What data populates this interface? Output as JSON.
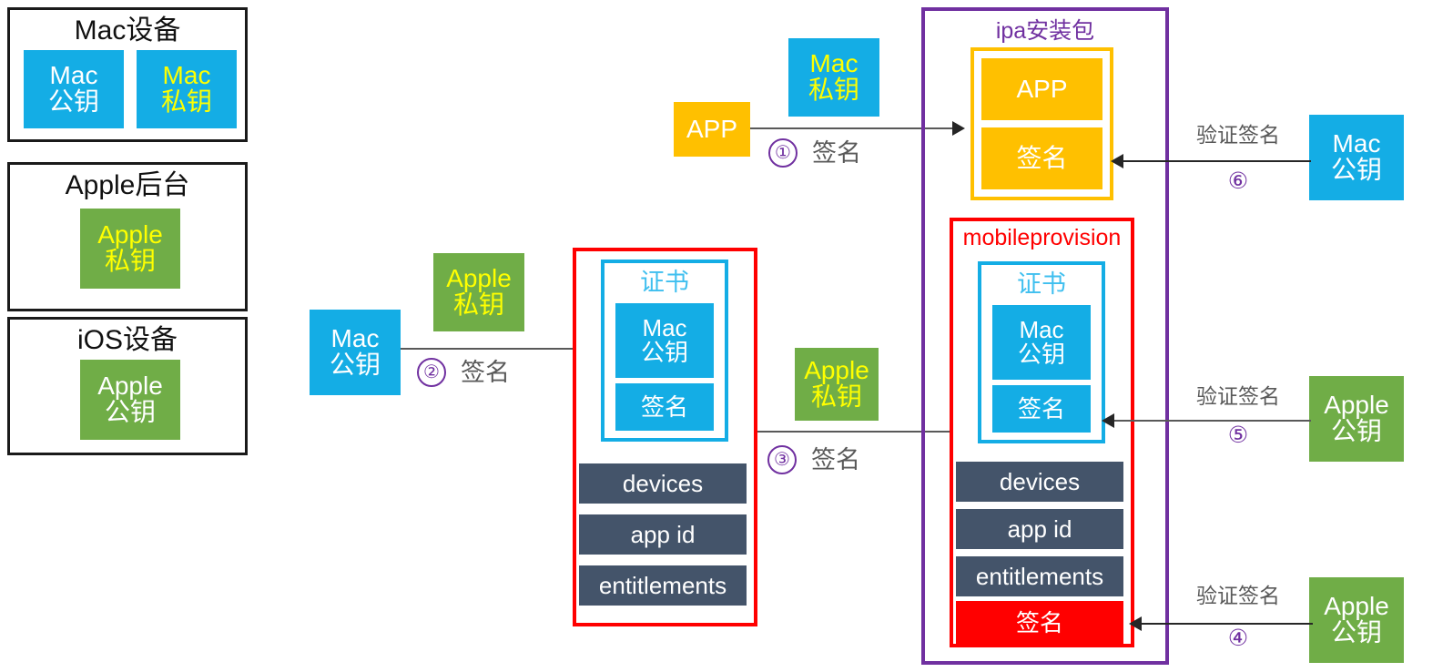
{
  "diagram": {
    "title_semantic": "iOS code signing flow",
    "colors": {
      "blue": "#14ADE5",
      "green": "#70AD47",
      "amber": "#FFC000",
      "slate": "#44546A",
      "red": "#FF0000",
      "purple": "#7030A0",
      "gray_text": "#595959",
      "yellow_text": "#FFFF00",
      "black_border": "#1A1A1A"
    }
  },
  "left_panels": [
    {
      "title": "Mac设备",
      "keys": [
        {
          "line1": "Mac",
          "line2": "公钥",
          "fill": "blue",
          "text": "white"
        },
        {
          "line1": "Mac",
          "line2": "私钥",
          "fill": "blue",
          "text": "yellow"
        }
      ]
    },
    {
      "title": "Apple后台",
      "keys": [
        {
          "line1": "Apple",
          "line2": "私钥",
          "fill": "green",
          "text": "yellow"
        }
      ]
    },
    {
      "title": "iOS设备",
      "keys": [
        {
          "line1": "Apple",
          "line2": "公钥",
          "fill": "green",
          "text": "white"
        }
      ]
    }
  ],
  "flow": {
    "app_source": {
      "label": "APP"
    },
    "mac_private_key": {
      "line1": "Mac",
      "line2": "私钥"
    },
    "mac_public_key": {
      "line1": "Mac",
      "line2": "公钥"
    },
    "apple_private_key_step2": {
      "line1": "Apple",
      "line2": "私钥"
    },
    "apple_private_key_step3": {
      "line1": "Apple",
      "line2": "私钥"
    }
  },
  "steps": [
    {
      "num": "①",
      "label": "签名"
    },
    {
      "num": "②",
      "label": "签名"
    },
    {
      "num": "③",
      "label": "签名"
    }
  ],
  "verify_steps": [
    {
      "num": "⑥",
      "label": "验证签名",
      "key": {
        "line1": "Mac",
        "line2": "公钥",
        "fill": "blue"
      }
    },
    {
      "num": "⑤",
      "label": "验证签名",
      "key": {
        "line1": "Apple",
        "line2": "公钥",
        "fill": "green"
      }
    },
    {
      "num": "④",
      "label": "验证签名",
      "key": {
        "line1": "Apple",
        "line2": "公钥",
        "fill": "green"
      }
    }
  ],
  "certificate_left": {
    "container_label": "",
    "cert_title": "证书",
    "cert_items": [
      {
        "line1": "Mac",
        "line2": "公钥"
      },
      {
        "line1": "签名",
        "line2": ""
      }
    ],
    "profile_items": [
      "devices",
      "app id",
      "entitlements"
    ]
  },
  "ipa_package": {
    "title": "ipa安装包",
    "app_box": {
      "app_label": "APP",
      "signature_label": "签名"
    },
    "mobileprovision": {
      "title": "mobileprovision",
      "cert_title": "证书",
      "cert_items": [
        {
          "line1": "Mac",
          "line2": "公钥"
        },
        {
          "line1": "签名",
          "line2": ""
        }
      ],
      "profile_items": [
        "devices",
        "app id",
        "entitlements"
      ],
      "signature_label": "签名"
    }
  }
}
